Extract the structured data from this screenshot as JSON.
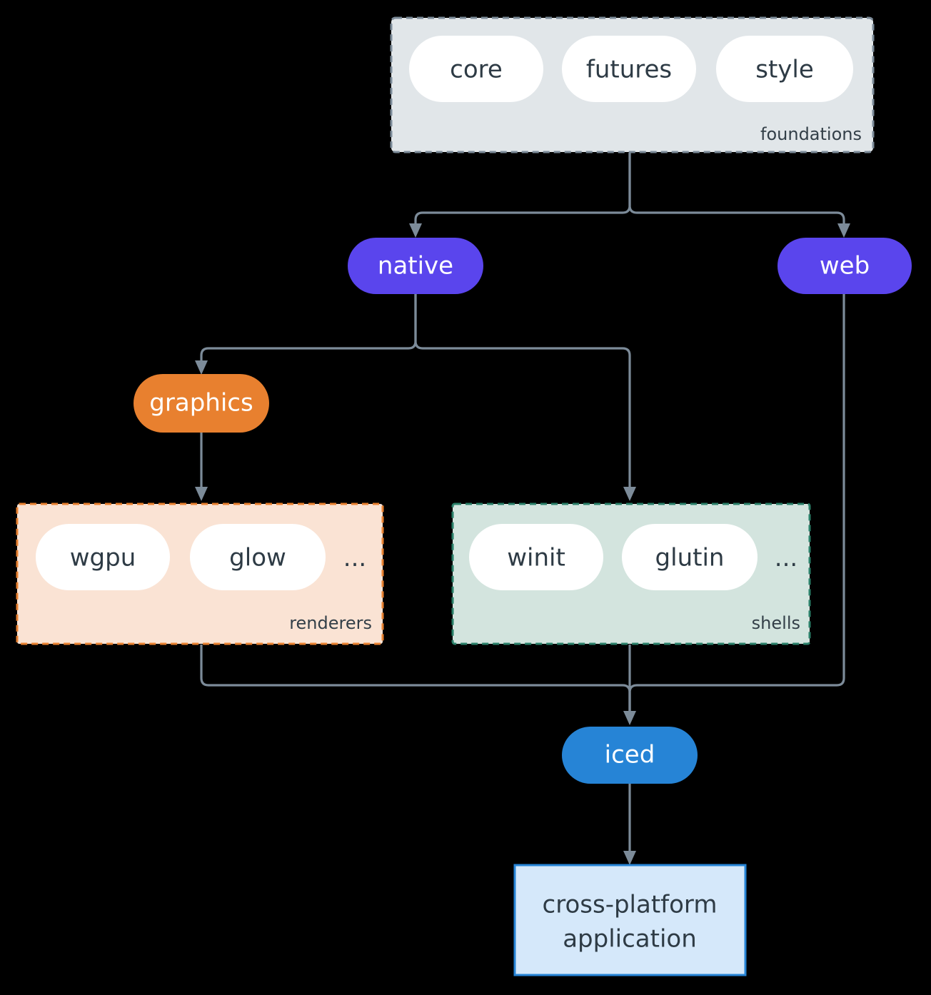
{
  "diagram": {
    "type": "flowchart",
    "background_color": "#000000",
    "edge_color": "#7c8b99",
    "clusters": [
      {
        "id": "foundations",
        "label": "foundations",
        "fill": "#e1e6e9",
        "border": "#7c8b99",
        "border_style": "dashed",
        "nodes": [
          {
            "id": "core",
            "label": "core",
            "shape": "stadium",
            "fill": "#ffffff",
            "text_color": "#2e3b45"
          },
          {
            "id": "futures",
            "label": "futures",
            "shape": "stadium",
            "fill": "#ffffff",
            "text_color": "#2e3b45"
          },
          {
            "id": "style",
            "label": "style",
            "shape": "stadium",
            "fill": "#ffffff",
            "text_color": "#2e3b45"
          }
        ]
      },
      {
        "id": "renderers",
        "label": "renderers",
        "fill": "#fae3d4",
        "border": "#e8802f",
        "border_style": "dashed",
        "nodes": [
          {
            "id": "wgpu",
            "label": "wgpu",
            "shape": "stadium",
            "fill": "#ffffff",
            "text_color": "#2e3b45"
          },
          {
            "id": "glow",
            "label": "glow",
            "shape": "stadium",
            "fill": "#ffffff",
            "text_color": "#2e3b45"
          },
          {
            "id": "renderers-more",
            "label": "...",
            "shape": "text",
            "text_color": "#2e3b45"
          }
        ]
      },
      {
        "id": "shells",
        "label": "shells",
        "fill": "#d3e4de",
        "border": "#2a8069",
        "border_style": "dashed",
        "nodes": [
          {
            "id": "winit",
            "label": "winit",
            "shape": "stadium",
            "fill": "#ffffff",
            "text_color": "#2e3b45"
          },
          {
            "id": "glutin",
            "label": "glutin",
            "shape": "stadium",
            "fill": "#ffffff",
            "text_color": "#2e3b45"
          },
          {
            "id": "shells-more",
            "label": "...",
            "shape": "text",
            "text_color": "#2e3b45"
          }
        ]
      }
    ],
    "nodes": [
      {
        "id": "native",
        "label": "native",
        "shape": "stadium",
        "fill": "#5a45ed",
        "text_color": "#ffffff"
      },
      {
        "id": "web",
        "label": "web",
        "shape": "stadium",
        "fill": "#5a45ed",
        "text_color": "#ffffff"
      },
      {
        "id": "graphics",
        "label": "graphics",
        "shape": "stadium",
        "fill": "#e8802f",
        "text_color": "#ffffff"
      },
      {
        "id": "iced",
        "label": "iced",
        "shape": "stadium",
        "fill": "#2684d6",
        "text_color": "#ffffff"
      },
      {
        "id": "application",
        "label_line1": "cross-platform",
        "label_line2": "application",
        "shape": "rect",
        "fill": "#d5e8fa",
        "border": "#2684d6",
        "text_color": "#2e3b45"
      }
    ],
    "edges": [
      {
        "from": "foundations",
        "to": "native",
        "arrow": true
      },
      {
        "from": "foundations",
        "to": "web",
        "arrow": true
      },
      {
        "from": "native",
        "to": "graphics",
        "arrow": true
      },
      {
        "from": "native",
        "to": "shells",
        "arrow": true
      },
      {
        "from": "graphics",
        "to": "renderers",
        "arrow": true
      },
      {
        "from": "renderers",
        "to": "iced",
        "arrow": true
      },
      {
        "from": "shells",
        "to": "iced",
        "arrow": true
      },
      {
        "from": "web",
        "to": "iced",
        "arrow": true
      },
      {
        "from": "iced",
        "to": "application",
        "arrow": true
      }
    ]
  }
}
